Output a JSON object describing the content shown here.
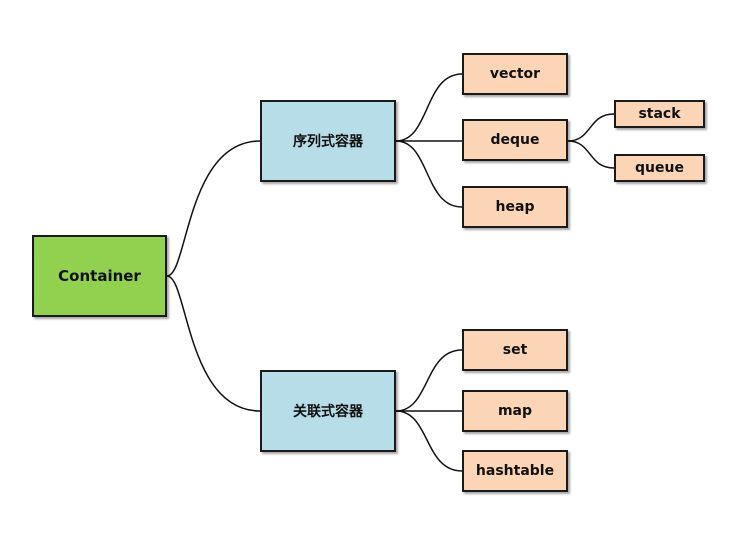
{
  "diagram": {
    "root": {
      "label": "Container"
    },
    "groups": {
      "sequence": {
        "label": "序列式容器"
      },
      "associative": {
        "label": "关联式容器"
      }
    },
    "sequence_children": {
      "vector": "vector",
      "deque": "deque",
      "heap": "heap"
    },
    "deque_children": {
      "stack": "stack",
      "queue": "queue"
    },
    "associative_children": {
      "set": "set",
      "map": "map",
      "hashtable": "hashtable"
    },
    "colors": {
      "root": "#92d050",
      "group": "#b7dde8",
      "leaf": "#fbd5b5",
      "border": "#1a1a1a",
      "connector": "#111111"
    }
  }
}
